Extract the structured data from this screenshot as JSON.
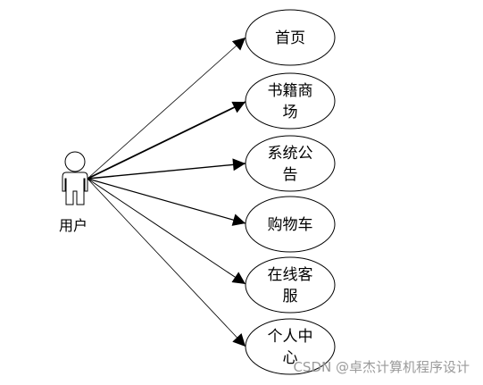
{
  "actor": {
    "label": "用户"
  },
  "use_cases": [
    {
      "lines": [
        "首页"
      ]
    },
    {
      "lines": [
        "书籍商",
        "场"
      ]
    },
    {
      "lines": [
        "系统公",
        "告"
      ]
    },
    {
      "lines": [
        "购物车"
      ]
    },
    {
      "lines": [
        "在线客",
        "服"
      ]
    },
    {
      "lines": [
        "个人中",
        "心"
      ]
    }
  ],
  "watermark": "CSDN @卓杰计算机程序设计"
}
